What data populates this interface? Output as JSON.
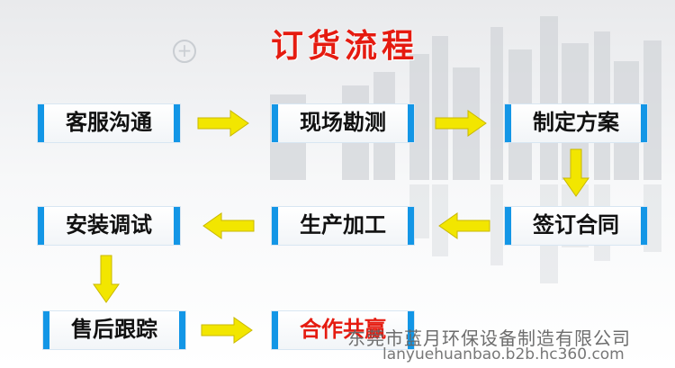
{
  "title": "订货流程",
  "steps": [
    {
      "label": "客服沟通"
    },
    {
      "label": "现场勘测"
    },
    {
      "label": "制定方案"
    },
    {
      "label": "签订合同"
    },
    {
      "label": "生产加工"
    },
    {
      "label": "安装调试"
    },
    {
      "label": "售后跟踪"
    },
    {
      "label": "合作共赢"
    }
  ],
  "watermark": {
    "company": "东莞市蓝月环保设备制造有限公司",
    "url": "lanyuehuanbao.b2b.hc360.com"
  },
  "colors": {
    "title": "#e51b10",
    "box_border": "#1396e6",
    "arrow_fill": "#f2e600",
    "accent_text": "#e51b10"
  },
  "icons": [
    "plus-icon",
    "arrow-right-icon",
    "arrow-down-icon",
    "arrow-left-icon"
  ]
}
